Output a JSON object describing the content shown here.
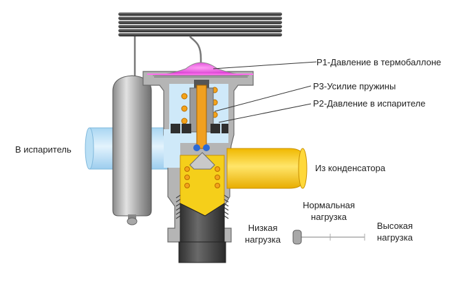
{
  "labels": {
    "p1": "P1-Давление в термобаллоне",
    "p3": "P3-Усилие пружины",
    "p2": "P2-Давление в испарителе",
    "to_evaporator": "В испаритель",
    "from_condenser": "Из конденсатора",
    "normal_load_1": "Нормальная",
    "normal_load_2": "нагрузка",
    "low_load_1": "Низкая",
    "low_load_2": "нагрузка",
    "high_load_1": "Высокая",
    "high_load_2": "нагрузка"
  },
  "load_slider": {
    "value_fraction": 0.0,
    "ticks": 3
  },
  "colors": {
    "bulb_pink": "#e040d8",
    "liquid_yellow": "#f5cf1a",
    "vapor_blue": "#c8e6f8",
    "body_gray": "#b5b5b5",
    "dark_gray": "#4a4a4a",
    "spring_orange": "#f0a020",
    "pin_blue": "#2b6ad6"
  }
}
